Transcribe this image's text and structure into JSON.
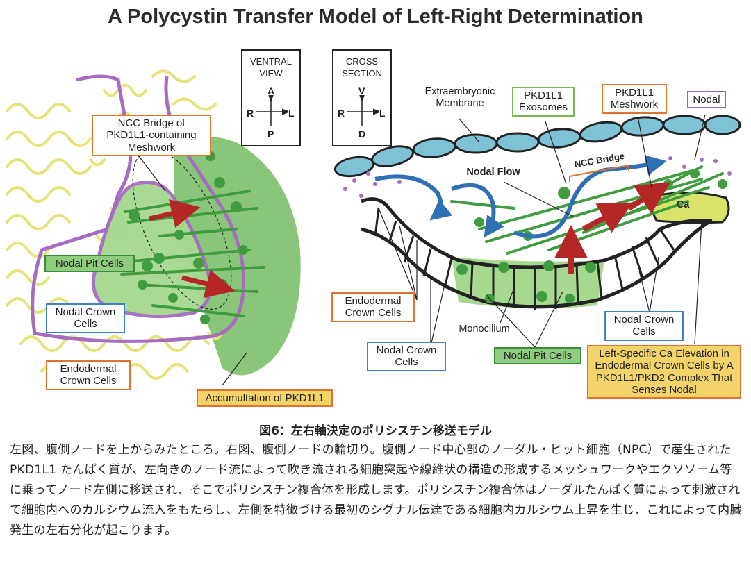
{
  "title": "A Polycystin Transfer Model of Left-Right Determination",
  "ventral_view": {
    "caption": "VENTRAL VIEW",
    "top": "A",
    "bottom": "P",
    "left": "R",
    "right": "L"
  },
  "cross_section": {
    "caption": "CROSS SECTION",
    "top": "V",
    "bottom": "D",
    "left": "R",
    "right": "L"
  },
  "left_panel": {
    "ncc_bridge": "NCC Bridge of PKD1L1-containing Meshwork",
    "nodal_pit_cells": "Nodal Pit Cells",
    "nodal_crown_cells": "Nodal Crown Cells",
    "endodermal_crown_cells": "Endodermal Crown Cells",
    "accumulation": "Accumultation of PKD1L1"
  },
  "right_panel": {
    "extraembryonic_membrane": "Extraembryonic Membrane",
    "pkd1l1_exosomes": "PKD1L1 Exosomes",
    "pkd1l1_meshwork": "PKD1L1 Meshwork",
    "nodal": "Nodal",
    "nodal_flow": "Nodal Flow",
    "ncc_bridge": "NCC Bridge",
    "ca": "Ca",
    "endodermal_crown_cells": "Endodermal Crown Cells",
    "monocilium": "Monocilium",
    "nodal_crown_cells_left": "Nodal Crown Cells",
    "nodal_pit_cells": "Nodal Pit Cells",
    "nodal_crown_cells_right": "Nodal Crown Cells",
    "left_specific": "Left-Specific Ca Elevation in Endodermal Crown Cells by A PKD1L1/PKD2 Complex That Senses Nodal"
  },
  "caption": {
    "heading": "図6：左右軸決定のポリシスチン移送モデル",
    "body": "左図、腹側ノードを上からみたところ。右図、腹側ノードの輪切り。腹側ノード中心部のノーダル・ピット細胞（NPC）で産生された PKD1L1 たんぱく質が、左向きのノード流によって吹き流される細胞突起や線維状の構造の形成するメッシュワークやエクソソーム等に乗ってノード左側に移送され、そこでポリシスチン複合体を形成します。ポリシスチン複合体はノーダルたんぱく質によって刺激されて細胞内へのカルシウム流入をもたらし、左側を特徴づける最初のシグナル伝達である細胞内カルシウム上昇を生じ、これによって内臓発生の左右分化が起こります。"
  },
  "colors": {
    "green_fill": "#7cc06a",
    "dark_green": "#3f9d3f",
    "yellow_lines": "#e6e37a",
    "purple": "#a56cc1",
    "blue_arrow": "#2f6fb5",
    "red_arrow": "#b52626",
    "membrane": "#7ec2d6"
  }
}
